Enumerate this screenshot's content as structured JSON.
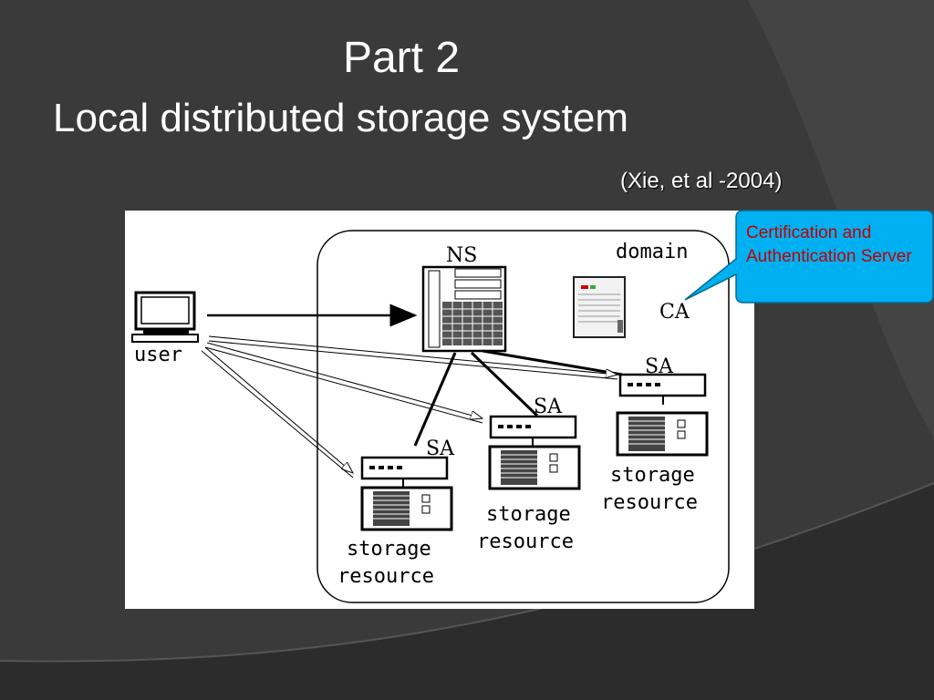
{
  "slide": {
    "title_line1": "Part 2",
    "title_line2": "Local distributed storage system",
    "citation": "(Xie, et al -2004)"
  },
  "diagram": {
    "labels": {
      "ns": "NS",
      "domain": "domain",
      "ca": "CA",
      "user": "user",
      "sa_left": "SA",
      "sa_middle": "SA",
      "sa_right": "SA",
      "storage_left_1": "storage",
      "storage_left_2": "resource",
      "storage_middle_1": "storage",
      "storage_middle_2": "resource",
      "storage_right_1": "storage",
      "storage_right_2": "resource"
    }
  },
  "callout": {
    "text": "Certification and Authentication Server",
    "fill_color": "#00b0f0",
    "text_color": "#c00000"
  }
}
